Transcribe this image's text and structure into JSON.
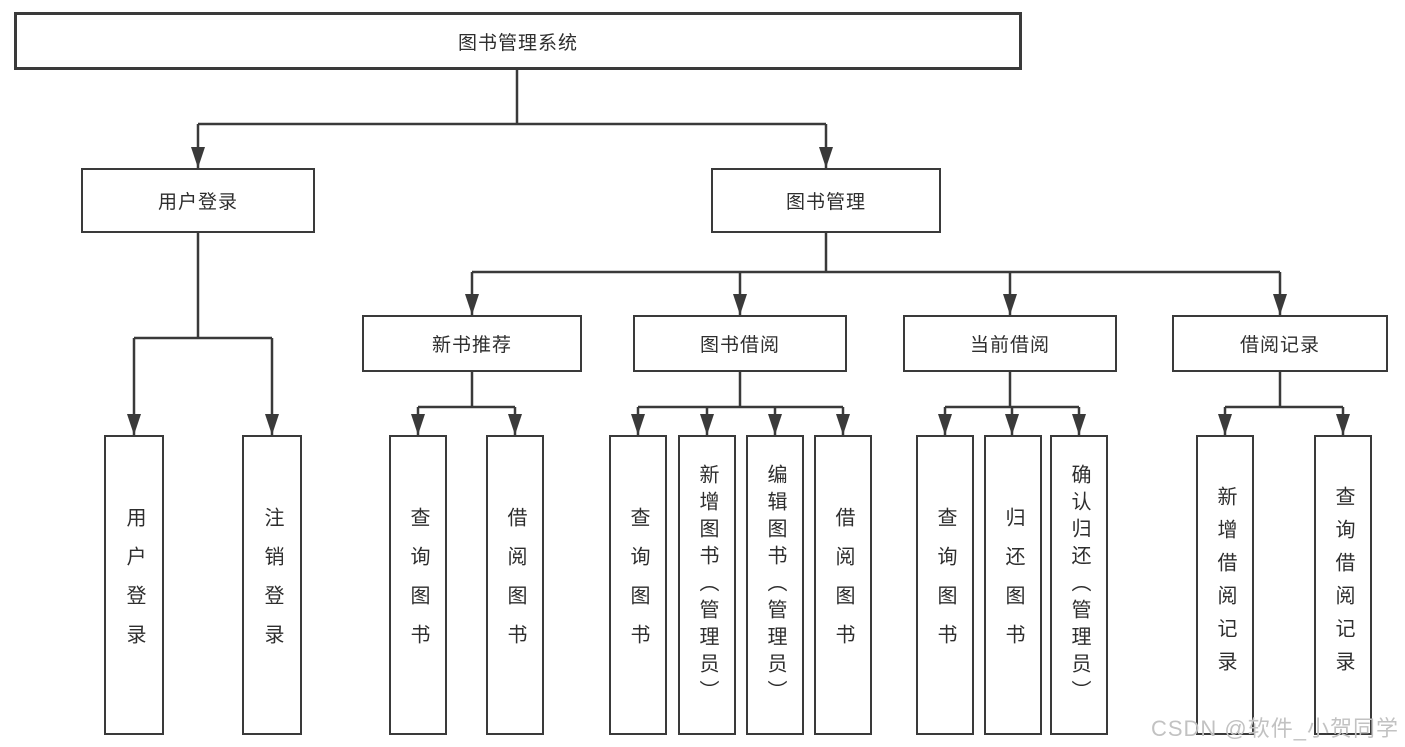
{
  "tree": {
    "label": "图书管理系统",
    "children": [
      {
        "label": "用户登录",
        "children": [
          {
            "label": "用户登录"
          },
          {
            "label": "注销登录"
          }
        ]
      },
      {
        "label": "图书管理",
        "children": [
          {
            "label": "新书推荐",
            "children": [
              {
                "label": "查询图书"
              },
              {
                "label": "借阅图书"
              }
            ]
          },
          {
            "label": "图书借阅",
            "children": [
              {
                "label": "查询图书"
              },
              {
                "label": "新增图书（管理员）"
              },
              {
                "label": "编辑图书（管理员）"
              },
              {
                "label": "借阅图书"
              }
            ]
          },
          {
            "label": "当前借阅",
            "children": [
              {
                "label": "查询图书"
              },
              {
                "label": "归还图书"
              },
              {
                "label": "确认归还（管理员）"
              }
            ]
          },
          {
            "label": "借阅记录",
            "children": [
              {
                "label": "新增借阅记录"
              },
              {
                "label": "查询借阅记录"
              }
            ]
          }
        ]
      }
    ]
  },
  "watermark": {
    "text": "CSDN @软件_小贺同学"
  },
  "colors": {
    "background": "#ffffff",
    "line": "#3a3a3a",
    "box_border": "#3a3a3a",
    "text": "#2e2e2e",
    "watermark": "#c2c2c2"
  }
}
